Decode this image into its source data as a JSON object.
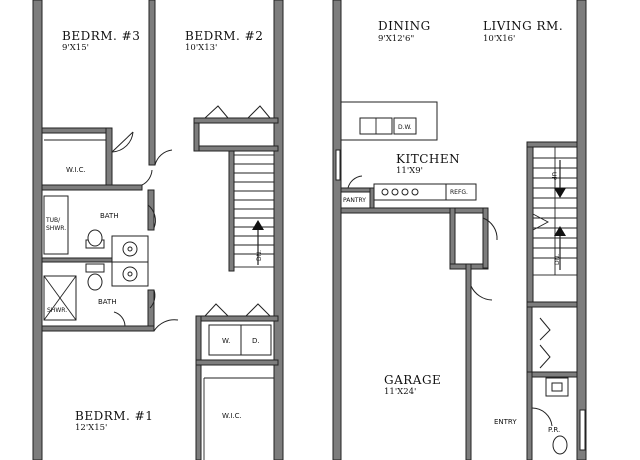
{
  "rooms": {
    "bed3": {
      "name": "BEDRM.  #3",
      "dim": "9'X15'"
    },
    "bed2": {
      "name": "BEDRM.  #2",
      "dim": "10'X13'"
    },
    "bed1": {
      "name": "BEDRM.  #1",
      "dim": "12'X15'"
    },
    "wic_upper": {
      "name": "W.I.C."
    },
    "wic_lower": {
      "name": "W.I.C."
    },
    "bath_upper": {
      "name": "BATH"
    },
    "bath_lower": {
      "name": "BATH"
    },
    "dining": {
      "name": "DINING",
      "dim": "9'X12'6\""
    },
    "living": {
      "name": "LIVING  RM.",
      "dim": "10'X16'"
    },
    "kitchen": {
      "name": "KITCHEN",
      "dim": "11'X9'"
    },
    "garage": {
      "name": "GARAGE",
      "dim": "11'X24'"
    },
    "entry": {
      "name": "ENTRY"
    },
    "powder": {
      "name": "P.R."
    },
    "pantry": {
      "name": "PANTRY"
    }
  },
  "fixtures": {
    "tub": "TUB/\nSHWR.",
    "shower": "SHWR.",
    "washer": "W.",
    "dryer": "D.",
    "dishwasher": "D.W.",
    "refrigerator": "REFG.",
    "stair_dn_upper": "DN.",
    "stair_up": "UP",
    "stair_dn_lower": "DN."
  }
}
